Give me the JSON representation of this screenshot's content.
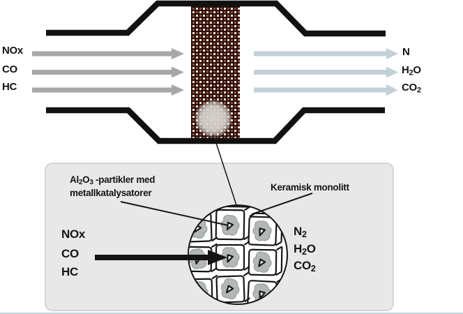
{
  "converter": {
    "input_labels": [
      "NOx",
      "CO",
      "HC"
    ],
    "output_labels": [
      "N",
      "H₂O",
      "CO₂"
    ]
  },
  "detail_panel": {
    "particle_label_line1": "Al₂O₃ -partikler med",
    "particle_label_line2": "metallkatalysatorer",
    "monolith_label": "Keramisk monolitt",
    "input_labels": [
      "NOx",
      "CO",
      "HC"
    ],
    "output_labels": [
      "N₂",
      "H₂O",
      "CO₂"
    ]
  },
  "colors": {
    "pipe_outline": "#111111",
    "catalyst_block_bg": "#2a0d07",
    "catalyst_dot_bright": "#f3e7dd",
    "catalyst_dot_dim": "#8a5244",
    "inlet_arrow_gray": "#a7a7a7",
    "outlet_arrow_blue": "#c2d1d8",
    "magnifier_circle": "#d5d1cd",
    "panel_bg": "#e9e8e8",
    "panel_border": "#d5d3d3",
    "particle_blob": "#b4b7b7",
    "particle_blob_edge": "#989e9e",
    "text": "#141414"
  }
}
